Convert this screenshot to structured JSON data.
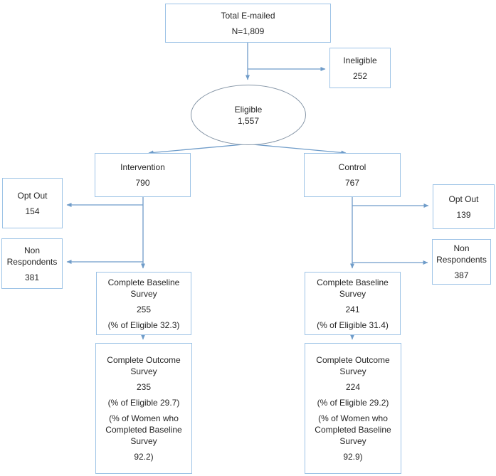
{
  "diagram": {
    "type": "study-flow-chart",
    "nodes": {
      "total_emailed": {
        "lines": [
          "Total E-mailed",
          "N=1,809"
        ]
      },
      "ineligible": {
        "lines": [
          "Ineligible",
          "252"
        ]
      },
      "eligible": {
        "lines": [
          "Eligible",
          "1,557"
        ]
      },
      "intervention": {
        "lines": [
          "Intervention",
          "790"
        ]
      },
      "control": {
        "lines": [
          "Control",
          "767"
        ]
      },
      "opt_out_intervention": {
        "lines": [
          "Opt Out",
          "154"
        ]
      },
      "non_respondents_intervention": {
        "lines": [
          "Non",
          "Respondents",
          "381"
        ]
      },
      "opt_out_control": {
        "lines": [
          "Opt Out",
          "139"
        ]
      },
      "non_respondents_control": {
        "lines": [
          "Non",
          "Respondents",
          "387"
        ]
      },
      "baseline_intervention": {
        "lines": [
          "Complete Baseline",
          "Survey",
          "255",
          "(% of Eligible 32.3)"
        ]
      },
      "baseline_control": {
        "lines": [
          "Complete Baseline",
          "Survey",
          "241",
          "(% of Eligible 31.4)"
        ]
      },
      "outcome_intervention": {
        "lines": [
          "Complete Outcome",
          "Survey",
          "235",
          "(% of Eligible 29.7)",
          "(% of Women who",
          "Completed Baseline",
          "Survey",
          "92.2)"
        ]
      },
      "outcome_control": {
        "lines": [
          "Complete Outcome",
          "Survey",
          "224",
          "(% of Eligible 29.2)",
          "(% of Women who",
          "Completed Baseline",
          "Survey",
          "92.9)"
        ]
      }
    }
  },
  "colors": {
    "box_border": "#9dc3e6",
    "connector": "#6f9cc9",
    "ellipse_stroke": "#8595a6",
    "text": "#262626",
    "background": "#ffffff"
  }
}
